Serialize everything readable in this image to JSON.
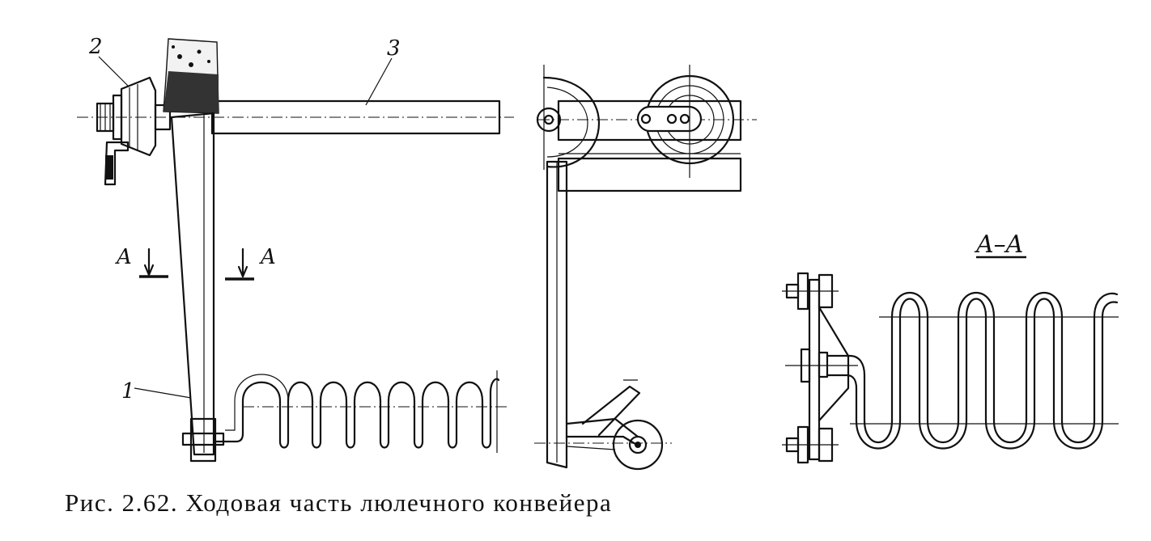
{
  "labels": {
    "part_1": "1",
    "part_2": "2",
    "part_3": "3",
    "section_mark_left": "A",
    "section_mark_right": "A",
    "section_title": "A–A"
  },
  "caption": "Рис. 2.62. Ходовая часть люлечного конвейера"
}
